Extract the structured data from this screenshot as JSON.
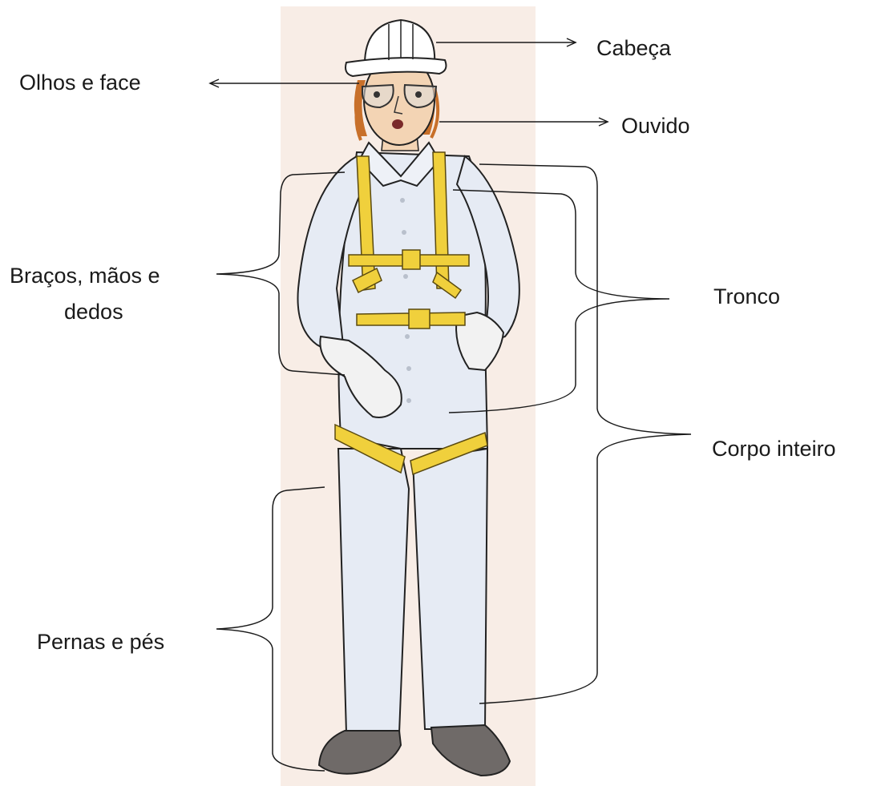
{
  "labels": {
    "head": "Cabeça",
    "eyes_face": "Olhos e face",
    "ear": "Ouvido",
    "arms_line1": "Braços, mãos e",
    "arms_line2": "dedos",
    "trunk": "Tronco",
    "whole_body": "Corpo inteiro",
    "legs_feet": "Pernas e pés"
  },
  "colors": {
    "backdrop": "#f8ede6",
    "coverall": "#e6ebf4",
    "harness": "#f0d03c",
    "skin": "#f3d4b4",
    "hair": "#c8702a",
    "boots": "#6f6a68",
    "ink": "#1a1a1a"
  }
}
